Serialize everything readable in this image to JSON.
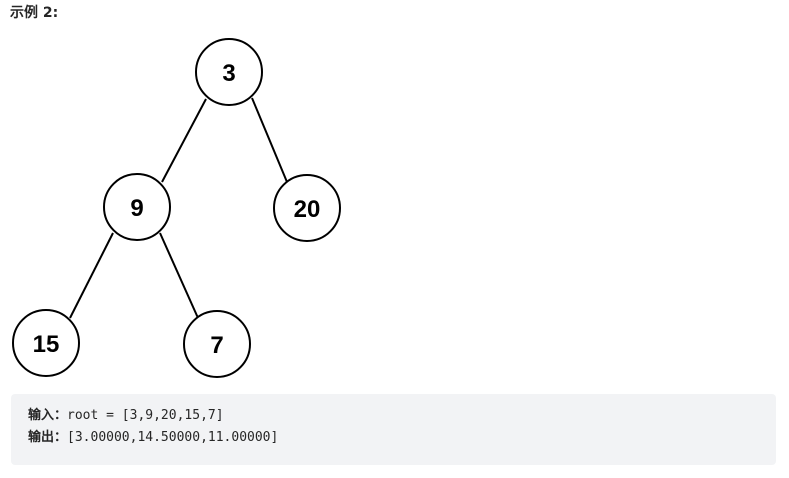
{
  "section_title": "示例 2:",
  "tree": {
    "nodes": [
      {
        "id": "n3",
        "label": "3"
      },
      {
        "id": "n9",
        "label": "9"
      },
      {
        "id": "n20",
        "label": "20"
      },
      {
        "id": "n15",
        "label": "15"
      },
      {
        "id": "n7",
        "label": "7"
      }
    ],
    "edges": [
      {
        "from": "3",
        "to": "9"
      },
      {
        "from": "3",
        "to": "20"
      },
      {
        "from": "9",
        "to": "15"
      },
      {
        "from": "9",
        "to": "7"
      }
    ]
  },
  "example": {
    "input_label": "输入：",
    "input_value": "root = [3,9,20,15,7]",
    "output_label": "输出：",
    "output_value": "[3.00000,14.50000,11.00000]"
  },
  "colors": {
    "code_background": "#f2f3f5",
    "node_stroke": "#000000"
  }
}
